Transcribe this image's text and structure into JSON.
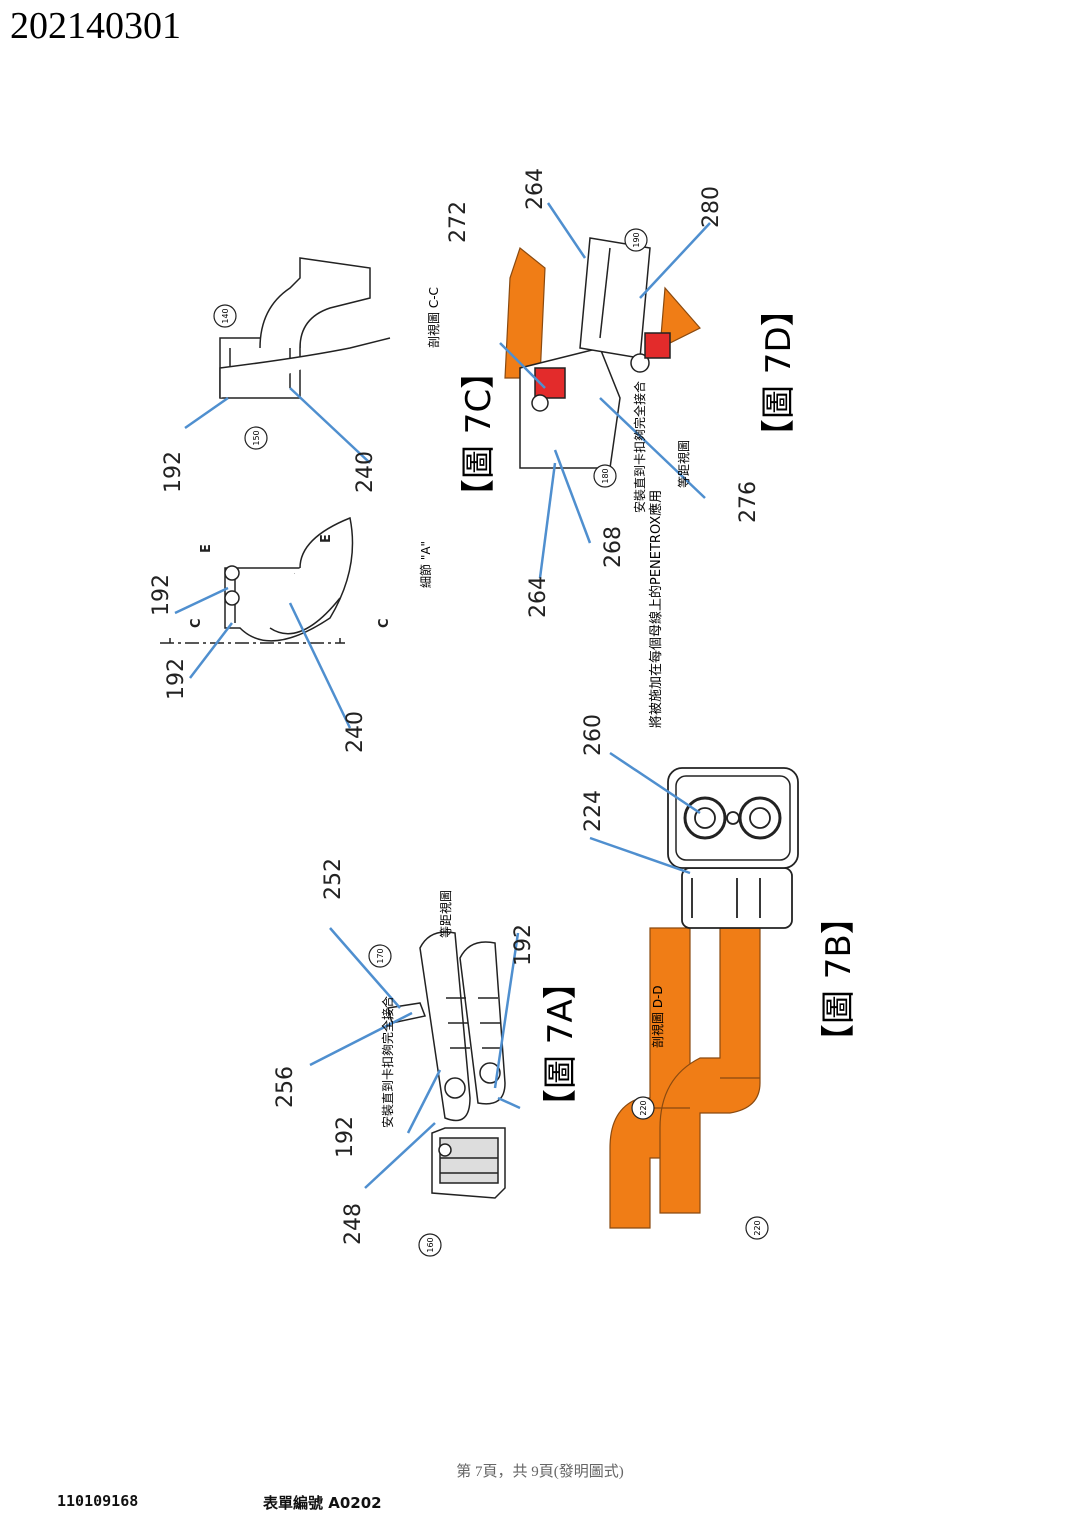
{
  "header": {
    "doc_number": "202140301"
  },
  "figures": {
    "fig7a": {
      "caption": "【圖 7A】",
      "view_label": "等距視圖",
      "note": "安裝直到卡扣夠完全接合",
      "refs": {
        "r252": "252",
        "r256": "256",
        "r192a": "192",
        "r192b": "192",
        "r248": "248"
      },
      "circles": {
        "c170": "170",
        "c160": "160"
      }
    },
    "fig7b": {
      "caption": "【圖 7B】",
      "view_label": "剖視圖 D-D",
      "note": "將被施加在每個母線上的PENETROX應用",
      "refs": {
        "r260": "260",
        "r224": "224"
      },
      "circles": {
        "c220a": "220",
        "c220b": "220"
      }
    },
    "fig7c": {
      "caption": "【圖 7C】",
      "view_label": "剖視圖 C-C",
      "detail_label": "細節 \"A\"",
      "refs": {
        "r192a": "192",
        "r192b": "192",
        "r192c": "192",
        "r240a": "240",
        "r240b": "240"
      },
      "circles": {
        "c140": "140",
        "c150": "150"
      },
      "section_marks": {
        "e1": "E",
        "e2": "E",
        "c1": "C",
        "c2": "C"
      }
    },
    "fig7d": {
      "caption": "【圖 7D】",
      "view_label": "等距視圖",
      "note": "安裝直到卡扣夠完全接合",
      "refs": {
        "r264a": "264",
        "r264b": "264",
        "r268": "268",
        "r272": "272",
        "r276": "276",
        "r280": "280"
      },
      "circles": {
        "c180": "180",
        "c190": "190"
      }
    }
  },
  "footer": {
    "page_info": "第 7頁，共 9頁(發明圖式)",
    "app_number": "110109168",
    "form_number": "表單編號 A0202"
  },
  "colors": {
    "busbar": "#f07d16",
    "leader": "#4f8fcf",
    "line": "#222222",
    "accent_red": "#e32b2b"
  }
}
